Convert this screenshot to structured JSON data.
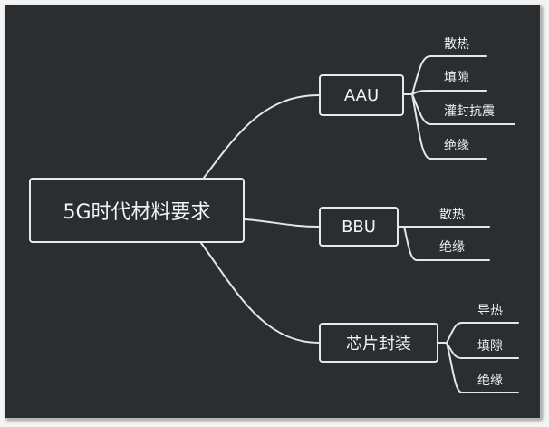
{
  "root": "5G时代材料要求",
  "branches": [
    {
      "label": "AAU",
      "children": [
        "散热",
        "填隙",
        "灌封抗震",
        "绝缘"
      ]
    },
    {
      "label": "BBU",
      "children": [
        "散热",
        "绝缘"
      ]
    },
    {
      "label": "芯片封装",
      "children": [
        "导热",
        "填隙",
        "绝缘"
      ]
    }
  ]
}
